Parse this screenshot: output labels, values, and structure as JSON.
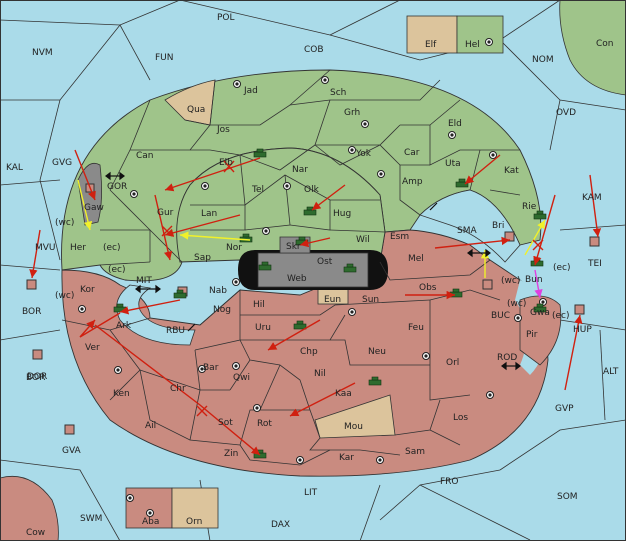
{
  "colors": {
    "sea": "#aadbe9",
    "green": "#9fc48a",
    "red": "#c98b80",
    "tan": "#dcc49c",
    "grey": "#8a8a8a",
    "unit": "#2e6b2e",
    "order": "#d02010",
    "support": "#f1f12a",
    "convoy": "#e040e0"
  },
  "labels": {
    "pol": "POL",
    "cob": "COB",
    "nvm": "NVM",
    "fun": "FUN",
    "nom": "NOM",
    "con": "Con",
    "elf": "Elf",
    "hel": "Hel",
    "ovd": "OVD",
    "kal": "KAL",
    "gvg": "GVG",
    "gor": "GOR",
    "gaw": "Gaw",
    "wc1": "(wc)",
    "her": "Her",
    "ec1": "(ec)",
    "mvu": "MVU",
    "bor_sea": "BOR",
    "kor": "Kor",
    "ec2": "(ec)",
    "wc2": "(wc)",
    "mit": "MIT",
    "rbu": "RBU",
    "qua": "Qua",
    "jad": "Jad",
    "sch": "Sch",
    "jos": "Jos",
    "grh": "Grh",
    "can": "Can",
    "elb": "Elb",
    "nar": "Nar",
    "yok": "Yok",
    "car": "Car",
    "eld": "Eld",
    "uta": "Uta",
    "kat": "Kat",
    "amp": "Amp",
    "tel": "Tel",
    "olk": "Olk",
    "gur": "Gur",
    "lan": "Lan",
    "hug": "Hug",
    "nor": "Nor",
    "wil": "Wil",
    "esm": "Esm",
    "sma": "SMA",
    "bri": "Bri",
    "rie": "Rie",
    "kam": "KAM",
    "tei": "TEI",
    "sap": "Sap",
    "skr": "Skr",
    "ost": "Ost",
    "web": "Web",
    "mel": "Mel",
    "bun": "Bun",
    "ec3": "(ec)",
    "nab": "Nab",
    "eun": "Eun",
    "sun": "Sun",
    "obs": "Obs",
    "hil": "Hil",
    "nog": "Nog",
    "ark": "Ark",
    "wc3": "(wc)",
    "buc": "BUC",
    "wc4": "(wc)",
    "gwa": "Gwa",
    "ec4": "(ec)",
    "pir": "Pir",
    "hup": "HUP",
    "bor_land": "BOR",
    "uru": "Uru",
    "feu": "Feu",
    "ver": "Ver",
    "chp": "Chp",
    "dor": "DOR",
    "neu": "Neu",
    "orl": "Orl",
    "bar": "Bar",
    "rod": "ROD",
    "alt": "ALT",
    "qwi": "Qwi",
    "nil": "Nil",
    "ken": "Ken",
    "chr": "Chr",
    "gvp": "GVP",
    "kaa": "Kaa",
    "ail": "Ail",
    "sot": "Sot",
    "rot": "Rot",
    "mou": "Mou",
    "los": "Los",
    "gva": "GVA",
    "zin": "Zin",
    "kar": "Kar",
    "sam": "Sam",
    "fro": "FRO",
    "lit": "LIT",
    "som": "SOM",
    "swm": "SWM",
    "aba": "Aba",
    "orn": "Orn",
    "dax": "DAX",
    "cow": "Cow"
  }
}
